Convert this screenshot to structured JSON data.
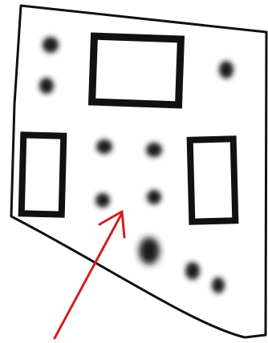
{
  "figure": {
    "panel": {
      "fill": "#ffffff",
      "stroke": "#111111"
    },
    "frames": [
      {
        "name": "top-center-rectangle",
        "shape": "rectangle"
      },
      {
        "name": "left-rectangle",
        "shape": "rectangle"
      },
      {
        "name": "right-rectangle",
        "shape": "rectangle"
      }
    ],
    "spots": [
      {
        "name": "spot-top-left-upper"
      },
      {
        "name": "spot-top-left-lower"
      },
      {
        "name": "spot-top-right"
      },
      {
        "name": "spot-center-upper-left"
      },
      {
        "name": "spot-center-upper-right"
      },
      {
        "name": "spot-center-lower-left"
      },
      {
        "name": "spot-center-lower-right"
      },
      {
        "name": "spot-bottom-center-large"
      },
      {
        "name": "spot-bottom-right-upper"
      },
      {
        "name": "spot-bottom-right-lower"
      }
    ],
    "spot_color": "#1a1a1a",
    "arrow": {
      "color": "#d11f1f",
      "direction": "up-right"
    }
  }
}
